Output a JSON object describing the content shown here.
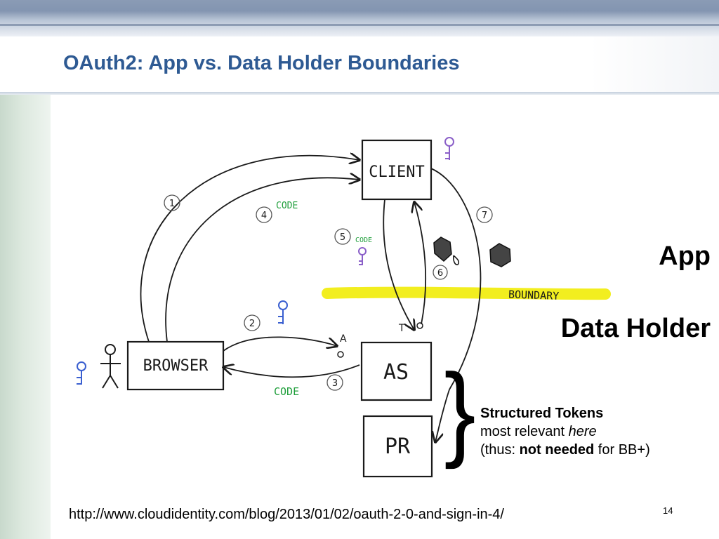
{
  "slide": {
    "title": "OAuth2:  App vs. Data Holder Boundaries",
    "page_number": "14",
    "url": "http://www.cloudidentity.com/blog/2013/01/02/oauth-2-0-and-sign-in-4/"
  },
  "regions": {
    "app": "App",
    "data_holder": "Data Holder"
  },
  "tokens_note": {
    "line1": "Structured Tokens",
    "line2_prefix": "most relevant ",
    "line2_em": "here",
    "line3_prefix": "(thus: ",
    "line3_bold": "not needed",
    "line3_suffix": " for BB+)"
  },
  "diagram": {
    "nodes": {
      "client": "CLIENT",
      "browser": "BROWSER",
      "as": "AS",
      "pr": "PR"
    },
    "steps": {
      "s1": "1",
      "s2": "2",
      "s3": "3",
      "s4": "4",
      "s5": "5",
      "s6": "6",
      "s7": "7"
    },
    "labels": {
      "code_a": "CODE",
      "code_b": "CODE",
      "code_c": "CODE",
      "boundary": "BOUNDARY",
      "a": "A",
      "t": "T"
    },
    "colors": {
      "ink": "#1a1a1a",
      "code_green": "#1e9e3a",
      "key_blue": "#3a5fd0",
      "key_purple": "#8a5fc8",
      "boundary_yellow": "#f2ee1f"
    }
  }
}
